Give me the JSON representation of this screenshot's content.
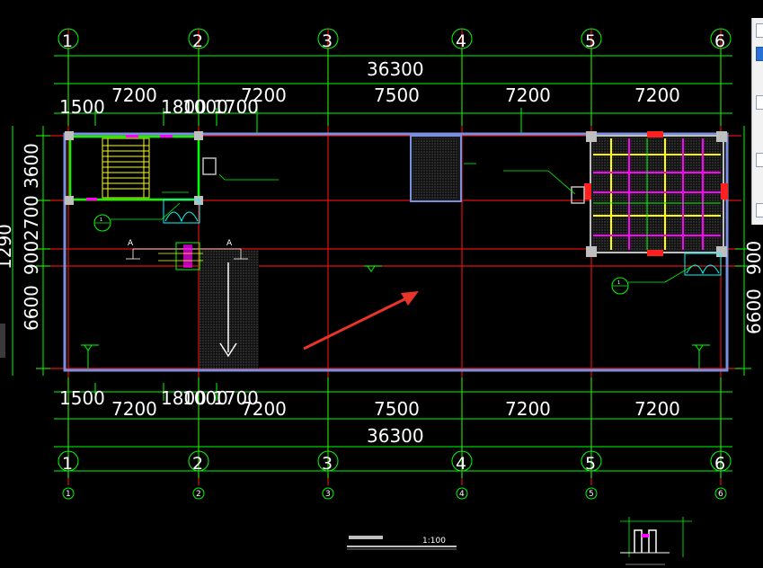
{
  "drawing": {
    "axes": [
      "1",
      "2",
      "3",
      "4",
      "5",
      "6"
    ],
    "top_dims": {
      "total": "36300",
      "spans": [
        "7200",
        "7200",
        "7500",
        "7200",
        "7200"
      ],
      "sub_left": "1500",
      "sub_mid": "1800",
      "sub_mid2": "1000",
      "sub_mid3": "1700"
    },
    "bottom_dims": {
      "total": "36300",
      "spans": [
        "7200",
        "7200",
        "7500",
        "7200",
        "7200"
      ],
      "sub_left": "1500",
      "sub_mid": "1800",
      "sub_mid2": "1000",
      "sub_mid3": "1700"
    },
    "left_dims": [
      "3600",
      "2700",
      "900",
      "6600",
      "1290"
    ],
    "right_dims": [
      "900",
      "6600"
    ],
    "section_marks": [
      "A",
      "A"
    ],
    "detail_labels": [
      "1",
      "1"
    ],
    "title_scale": "1:100"
  },
  "colors": {
    "background": "#000000",
    "grid_red": "#e01010",
    "dim_green": "#00ff00",
    "wall_blue": "#7b8fe0",
    "column_grey": "#bfbfbf",
    "stair_yellow": "#ffff00",
    "magenta": "#ff00ff",
    "cyan": "#00ffff",
    "annot_arrow": "#e8352a"
  },
  "ui": {
    "side_panel_icons": [
      "checkbox-icon",
      "checkbox-checked-icon",
      "checkbox-icon",
      "checkbox-icon",
      "checkbox-icon"
    ]
  }
}
